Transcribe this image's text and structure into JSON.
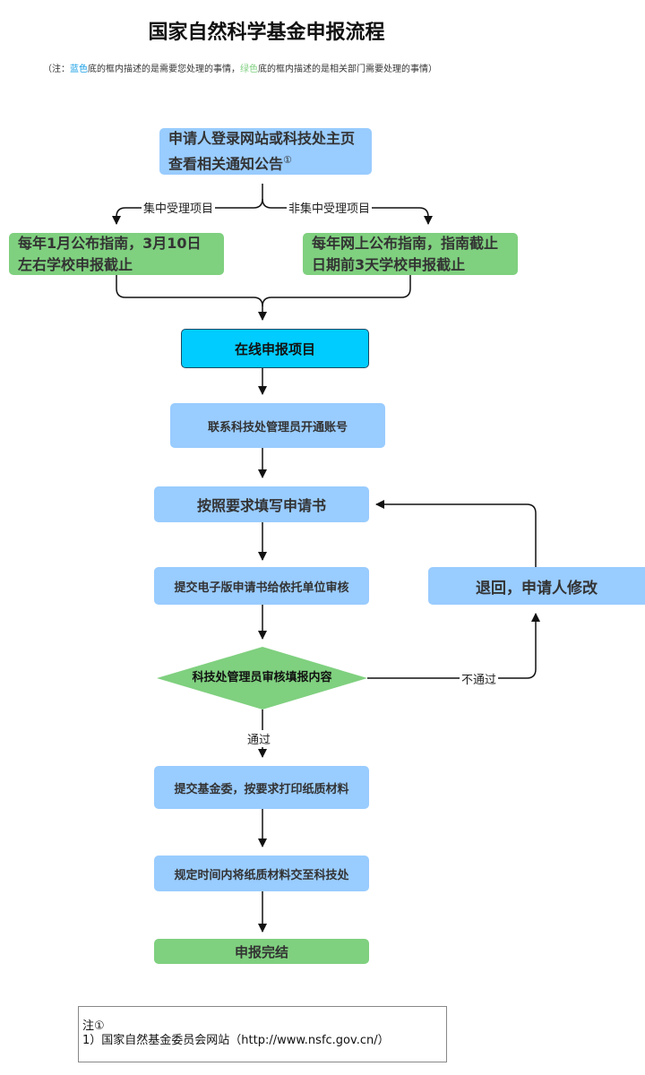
{
  "title": "国家自然科学基金申报流程",
  "legend": {
    "prefix": "（注：",
    "blue_word": "蓝色",
    "blue_text": "底的框内描述的是需要您处理的事情，",
    "green_word": "绿色",
    "green_text": "底的框内描述的是相关部门需要处理的事情）",
    "colors": {
      "blue": "#1aa0e6",
      "green": "#7fd07f"
    }
  },
  "colors": {
    "applicant_box": "#99ccff",
    "department_box": "#7fd07f",
    "online_box": "#00ccff"
  },
  "nodes": {
    "start": {
      "text": "申请人登录网站或科技处主页查看相关通知公告",
      "sup": "①"
    },
    "centralized": "每年1月公布指南，3月10日左右学校申报截止",
    "non_centralized": "每年网上公布指南，指南截止日期前3天学校申报截止",
    "online": "在线申报项目",
    "account": "联系科技处管理员开通账号",
    "fill": "按照要求填写申请书",
    "submit_electronic": "提交电子版申请书给依托单位审核",
    "returned": "退回，申请人修改",
    "review": "科技处管理员审核填报内容",
    "submit_fund": "提交基金委，按要求打印纸质材料",
    "paper": "规定时间内将纸质材料交至科技处",
    "done": "申报完结"
  },
  "edges": {
    "centralized": "集中受理项目",
    "non_centralized": "非集中受理项目",
    "fail": "不通过",
    "pass": "通过"
  },
  "footnote": {
    "heading": "注①",
    "line1": "1）国家自然基金委员会网站（http://www.nsfc.gov.cn/）"
  }
}
